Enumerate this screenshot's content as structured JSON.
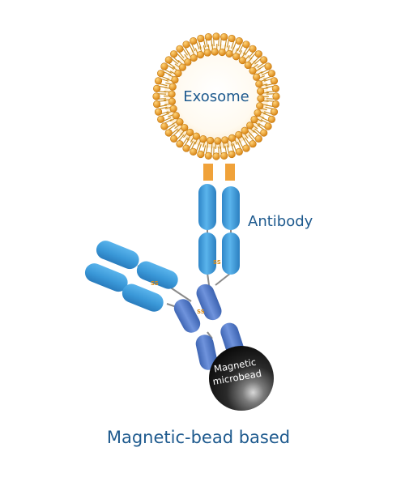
{
  "labels": {
    "exosome": "Exosome",
    "antibody": "Antibody",
    "bead_line1": "Magnetic",
    "bead_line2": "microbead",
    "caption": "Magnetic-bead based",
    "disulfide": "SS"
  },
  "colors": {
    "lipid_head": "#e89a28",
    "lipid_tail": "#c98a1c",
    "antibody_light": "#3d9ad6",
    "antibody_dark": "#4f78c4",
    "tag": "#f0a23a",
    "text": "#1e5a8e",
    "bead": "#1c1c1c"
  }
}
